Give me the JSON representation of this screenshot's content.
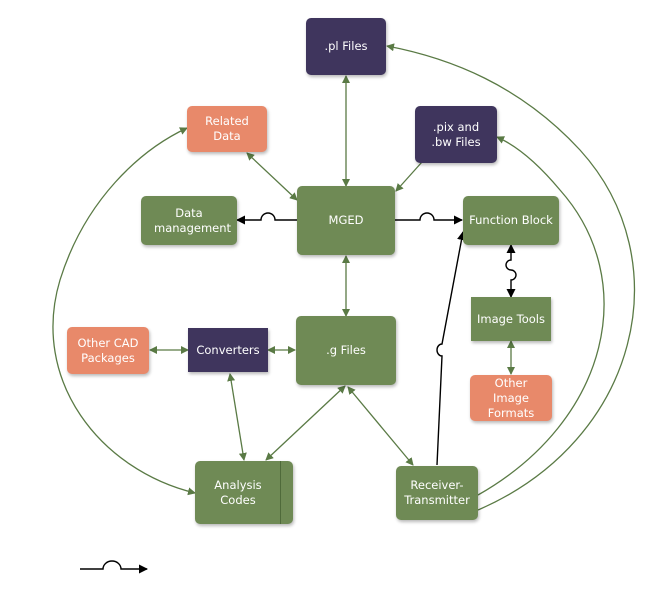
{
  "nodes": {
    "pl_files": ".pl Files",
    "related_data": "Related Data",
    "pix_bw_files": ".pix and .bw Files",
    "data_management": "Data management",
    "mged": "MGED",
    "function_block": "Function Block",
    "image_tools": "Image Tools",
    "other_cad": "Other CAD Packages",
    "converters": "Converters",
    "g_files": ".g Files",
    "other_image_formats": "Other Image Formats",
    "analysis_codes": "Analysis Codes",
    "receiver_transmitter": "Receiver-Transmitter"
  },
  "colors": {
    "green": "#6f8a55",
    "purple": "#3f355d",
    "orange": "#e8896a",
    "edge": "#5a7a45",
    "black": "#000000"
  }
}
